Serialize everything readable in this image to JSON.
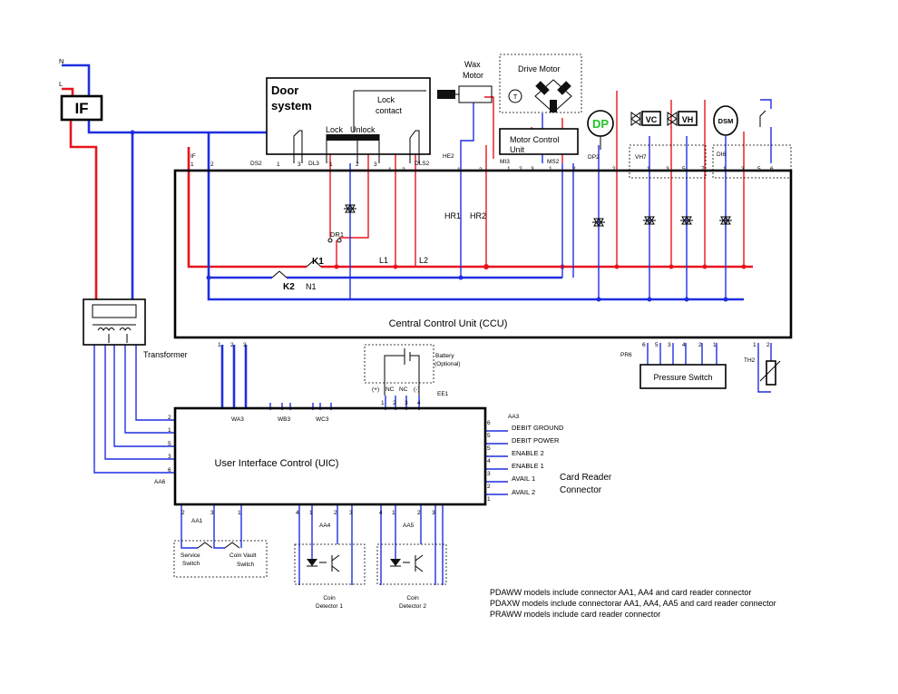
{
  "colors": {
    "live_wire": "#e8141d",
    "neutral_wire": "#1f2fe0",
    "dp_label": "#22c42a"
  },
  "supply": {
    "n": "N",
    "l": "L",
    "filter": "IF"
  },
  "door": {
    "title_1": "Door",
    "title_2": "system",
    "lock": "Lock",
    "unlock": "Unlock",
    "lock_contact_1": "Lock",
    "lock_contact_2": "contact"
  },
  "wax_motor": {
    "line1": "Wax",
    "line2": "Motor"
  },
  "drive_motor": {
    "title": "Drive Motor",
    "thermal": "T"
  },
  "motor_control": {
    "line1": "Motor Control",
    "line2": "Unit"
  },
  "loads": {
    "dp": "DP",
    "vc": "VC",
    "vh": "VH",
    "dsm": "DSM"
  },
  "connectors": {
    "IF": "IF",
    "DS2": "DS2",
    "DL3": "DL3",
    "DLS2": "DLS2",
    "HE2": "HE2",
    "MI3": "MI3",
    "MS2": "MS2",
    "DP2": "DP2",
    "VH7": "VH7",
    "DI6": "DI6",
    "PR6": "PR6",
    "TH2": "TH2",
    "EE1": "EE1",
    "AA3": "AA3",
    "AA6": "AA6",
    "AA1": "AA1",
    "AA4": "AA4",
    "AA5": "AA5",
    "WA3": "WA3",
    "WB3": "WB3",
    "WC3": "WC3"
  },
  "ccu": {
    "title": "Central Control Unit (CCU)",
    "k1": "K1",
    "k2": "K2",
    "n1": "N1",
    "l1": "L1",
    "l2": "L2",
    "dr1": "DR1",
    "hr1": "HR1",
    "hr2": "HR2"
  },
  "transformer": {
    "label": "Transformer"
  },
  "battery": {
    "line1": "Battery",
    "line2": "(Optional)",
    "plus": "(+)",
    "nc1": "NC",
    "nc2": "NC",
    "minus": "(-)"
  },
  "pressure_switch": {
    "label": "Pressure Switch"
  },
  "uic": {
    "title": "User Interface Control (UIC)"
  },
  "card_reader": {
    "line1": "Card Reader",
    "line2": "Connector",
    "signals": [
      "DEBIT GROUND",
      "DEBIT POWER",
      "ENABLE 2",
      "ENABLE 1",
      "AVAIL 1",
      "AVAIL 2"
    ],
    "pins": [
      "6",
      "5",
      "5",
      "4",
      "3",
      "2",
      "1"
    ]
  },
  "switches": {
    "service_1": "Service",
    "service_2": "Switch",
    "vault_1": "Coin Vault",
    "vault_2": "Switch"
  },
  "coin": {
    "d1_1": "Coin",
    "d1_2": "Detector 1",
    "d2_1": "Coin",
    "d2_2": "Detector 2"
  },
  "notes": [
    "PDAWW models include connector AA1, AA4 and card reader connector",
    "PDAXW models include connectorar AA1, AA4, AA5 and card reader connector",
    "PRAWW models include card reader connector"
  ],
  "pins": {
    "if_1": "1",
    "if_2": "2",
    "ds2_1": "1",
    "ds2_3": "3",
    "dl3_1": "1",
    "dl3_2": "2",
    "dl3_3": "3",
    "dls2_1": "1",
    "dls2_2": "2",
    "he2_1": "1",
    "he2_2": "2",
    "mi3_1": "1",
    "mi3_2": "2",
    "mi3_3": "3",
    "ms2_1": "1",
    "ms2_2": "2",
    "dp2_2": "2",
    "vh7_1": "1",
    "vh7_3": "3",
    "vh7_5": "5",
    "vh7_7": "7",
    "di6_1": "1",
    "di6_3": "3",
    "di6_5": "5",
    "di6_6": "6",
    "wa3_1": "1",
    "wa3_2": "2",
    "wa3_3": "3",
    "pr6_6": "6",
    "pr6_5": "5",
    "pr6_3": "3",
    "pr6_4": "4",
    "pr6_2": "2",
    "pr6_1": "1",
    "th2_1": "1",
    "th2_2": "2",
    "ee1_1": "1",
    "ee1_2": "2",
    "ee1_3": "3",
    "ee1_4": "4",
    "aa6_2": "2",
    "aa6_1": "1",
    "aa6_5": "5",
    "aa6_3": "3",
    "aa6_6": "6",
    "aa1_2": "2",
    "aa1_3": "3",
    "aa1_1": "1",
    "aa4_4": "4",
    "aa4_1": "1",
    "aa4_2": "2",
    "aa4_3": "3",
    "aa5_4": "4",
    "aa5_1": "1",
    "aa5_2": "2",
    "aa5_3": "3"
  }
}
